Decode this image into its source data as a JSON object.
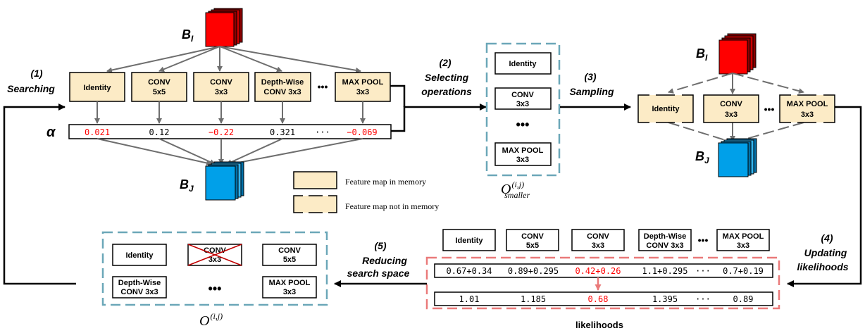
{
  "colors": {
    "feature_fill": "#fcebc6",
    "red_block": "#ff0000",
    "blue_block": "#00a0e9",
    "highlight": "#ff0000",
    "dashed_teal": "#6ba7b8",
    "dashed_pink": "#ea7a7a",
    "arrow_gray": "#6e6e6e"
  },
  "blocks": {
    "bi": "B",
    "bi_sub": "I",
    "bj": "B",
    "bj_sub": "J"
  },
  "search": {
    "ops": [
      {
        "line1": "Identity",
        "line2": ""
      },
      {
        "line1": "CONV",
        "line2": "5x5"
      },
      {
        "line1": "CONV",
        "line2": "3x3"
      },
      {
        "line1": "Depth-Wise",
        "line2": "CONV 3x3"
      },
      {
        "line1": "MAX POOL",
        "line2": "3x3"
      }
    ],
    "ellipsis": "•••",
    "alpha_label": "α",
    "alpha_values": [
      "0.021",
      "0.12",
      "−0.22",
      "0.321",
      "−0.069"
    ],
    "alpha_ellipsis": "···"
  },
  "steps": {
    "s1_num": "(1)",
    "s1_text": "Searching",
    "s2_num": "(2)",
    "s2_line1": "Selecting",
    "s2_line2": "operations",
    "s3_num": "(3)",
    "s3_text": "Sampling",
    "s4_num": "(4)",
    "s4_line1": "Updating",
    "s4_line2": "likelihoods",
    "s5_num": "(5)",
    "s5_line1": "Reducing",
    "s5_line2": "search space"
  },
  "smaller_set": {
    "ops": [
      {
        "line1": "Identity",
        "line2": ""
      },
      {
        "line1": "CONV",
        "line2": "3x3"
      },
      {
        "line1": "MAX POOL",
        "line2": "3x3"
      }
    ],
    "dots": "•••",
    "caption": "O",
    "caption_sup": "(i,j)",
    "caption_sub": "smaller"
  },
  "legend": {
    "in_memory": "Feature map in memory",
    "not_in_memory": "Feature map not in memory"
  },
  "sampling": {
    "ops": [
      {
        "line1": "Identity",
        "line2": ""
      },
      {
        "line1": "CONV",
        "line2": "3x3"
      },
      {
        "line1": "MAX POOL",
        "line2": "3x3"
      }
    ],
    "ellipsis": "•••"
  },
  "likelihoods": {
    "ops": [
      {
        "line1": "Identity",
        "line2": ""
      },
      {
        "line1": "CONV",
        "line2": "5x5"
      },
      {
        "line1": "CONV",
        "line2": "3x3"
      },
      {
        "line1": "Depth-Wise",
        "line2": "CONV 3x3"
      },
      {
        "line1": "MAX POOL",
        "line2": "3x3"
      }
    ],
    "ellipsis": "•••",
    "row1": [
      "0.67+0.34",
      "0.89+0.295",
      "0.42+0.26",
      "1.1+0.295",
      "···",
      "0.7+0.19"
    ],
    "row2": [
      "1.01",
      "1.185",
      "0.68",
      "1.395",
      "···",
      "0.89"
    ],
    "caption": "likelihoods"
  },
  "reduced_set": {
    "top": [
      {
        "line1": "Identity",
        "line2": ""
      },
      {
        "line1": "CONV",
        "line2": "3x3"
      },
      {
        "line1": "CONV",
        "line2": "5x5"
      }
    ],
    "bottom": [
      {
        "line1": "Depth-Wise",
        "line2": "CONV 3x3"
      },
      {
        "line1": "MAX POOL",
        "line2": "3x3"
      }
    ],
    "dots": "•••",
    "caption": "O",
    "caption_sup": "(i,j)"
  }
}
